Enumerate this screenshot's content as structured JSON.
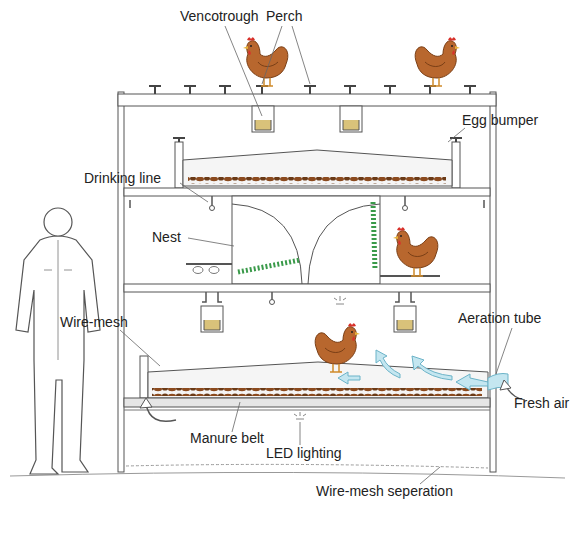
{
  "diagram": {
    "labels": [
      "Vencotrough",
      "Perch",
      "Egg bumper",
      "Drinking line",
      "Nest",
      "Wire-mesh",
      "Aeration tube",
      "Fresh air",
      "Manure belt",
      "LED lighting",
      "Wire-mesh seperation"
    ]
  }
}
